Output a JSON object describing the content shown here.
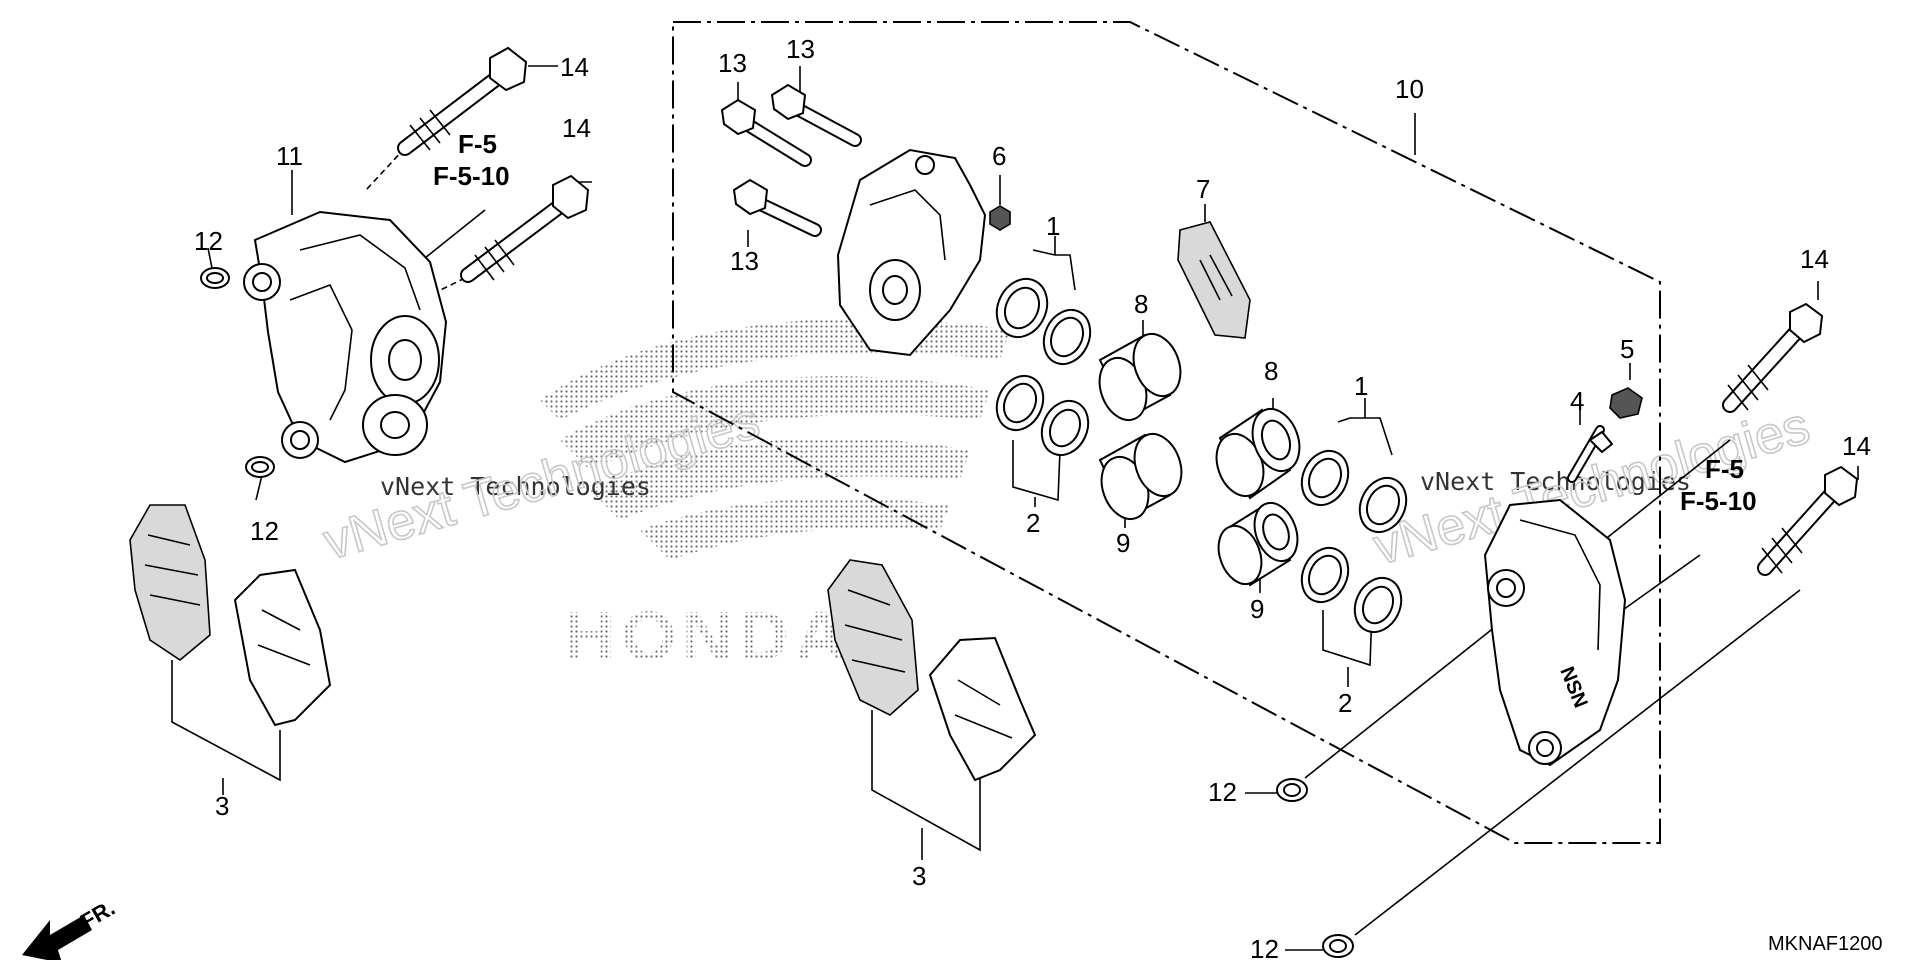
{
  "diagram": {
    "callouts": {
      "n1": "1",
      "n2": "2",
      "n3": "3",
      "n4": "4",
      "n5": "5",
      "n6": "6",
      "n7": "7",
      "n8": "8",
      "n9": "9",
      "n10": "10",
      "n11": "11",
      "n12": "12",
      "n13": "13",
      "n14": "14"
    },
    "refs": {
      "f5": "F-5",
      "f510": "F-5-10"
    },
    "watermark": {
      "company": "vNext Technologies",
      "brand": "HONDA"
    },
    "direction_label": "FR.",
    "figure_code": "MKNAF1200"
  }
}
